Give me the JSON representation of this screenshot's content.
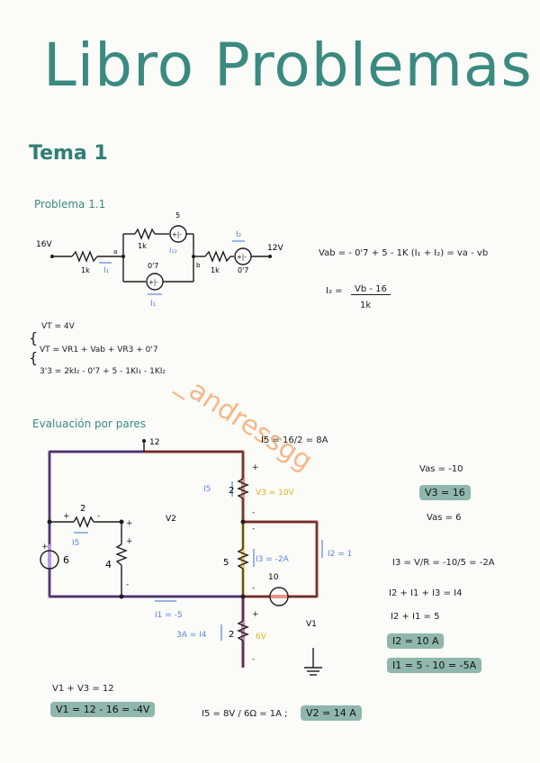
{
  "title": "Libro Problemas",
  "section": "Tema 1",
  "problem": "Problema 1.1",
  "circuit1": {
    "v_left": "16V",
    "v_right": "12V",
    "r1": "1k",
    "r2": "1k",
    "r3": "1k",
    "src_top_val": "5",
    "src_top_sign": "+|-",
    "src_bottom_val": "0'7",
    "src_bottom_sign": "+|-",
    "src_right_val": "0'7",
    "src_right_sign": "+|-",
    "node_a": "a",
    "node_b": "b",
    "i1": "I₁",
    "i1_bottom": "I₁",
    "i12": "I₁₂",
    "i2": "I₂"
  },
  "equations1": {
    "vab": "Vab = - 0'7 + 5 - 1K (I₁ + I₂) = va - vb",
    "i2_lhs": "I₂ =",
    "i2_num": "Vb - 16",
    "i2_den": "1k",
    "vt": "VT = 4V",
    "vt_sum": "VT = VR1 + Vab + VR3 + 0'7",
    "kvl": "3'3 = 2kI₂ - 0'7 + 5 - 1KI₁ - 1KI₂"
  },
  "watermark": "_andressgg",
  "evaluation": "Evaluación por pares",
  "circuit2": {
    "top_v": "12",
    "r_left": "2",
    "r_mid": "4",
    "r_top_right": "2",
    "r_middle_right": "5",
    "r_bottom_right": "2",
    "src_left": "6",
    "src_right": "10",
    "i5": "I5",
    "i5_left": "I5",
    "v3": "V3 = 10V",
    "i3": "I3 = -2A",
    "i2": "I2 = 10",
    "i1": "I1 = -5",
    "i4": "3A = I4",
    "v6": "6V",
    "v2": "V2",
    "v1": "V1"
  },
  "right_notes": {
    "i5_eq": "I5 = 16/2 = 8A",
    "vas": "Vas = -10",
    "v3_box": "V3 = 16",
    "v4": "Vas = 6",
    "i3_eq": "I3 = V/R = -10/5 = -2A",
    "kcl": "I2 + I1 + I3 = I4",
    "sum": "I2 + I1  = 5",
    "i2_box": "I2 = 10 A",
    "i1_box": "I1 = 5 - 10 = -5A"
  },
  "bottom_notes": {
    "v1v3": "V1 + V3 = 12",
    "v1_box": "V1 = 12 - 16 = -4V",
    "i5_calc": "I5 = 8V / 6Ω = 1A ;",
    "v2_box": "V2 = 14 A"
  }
}
